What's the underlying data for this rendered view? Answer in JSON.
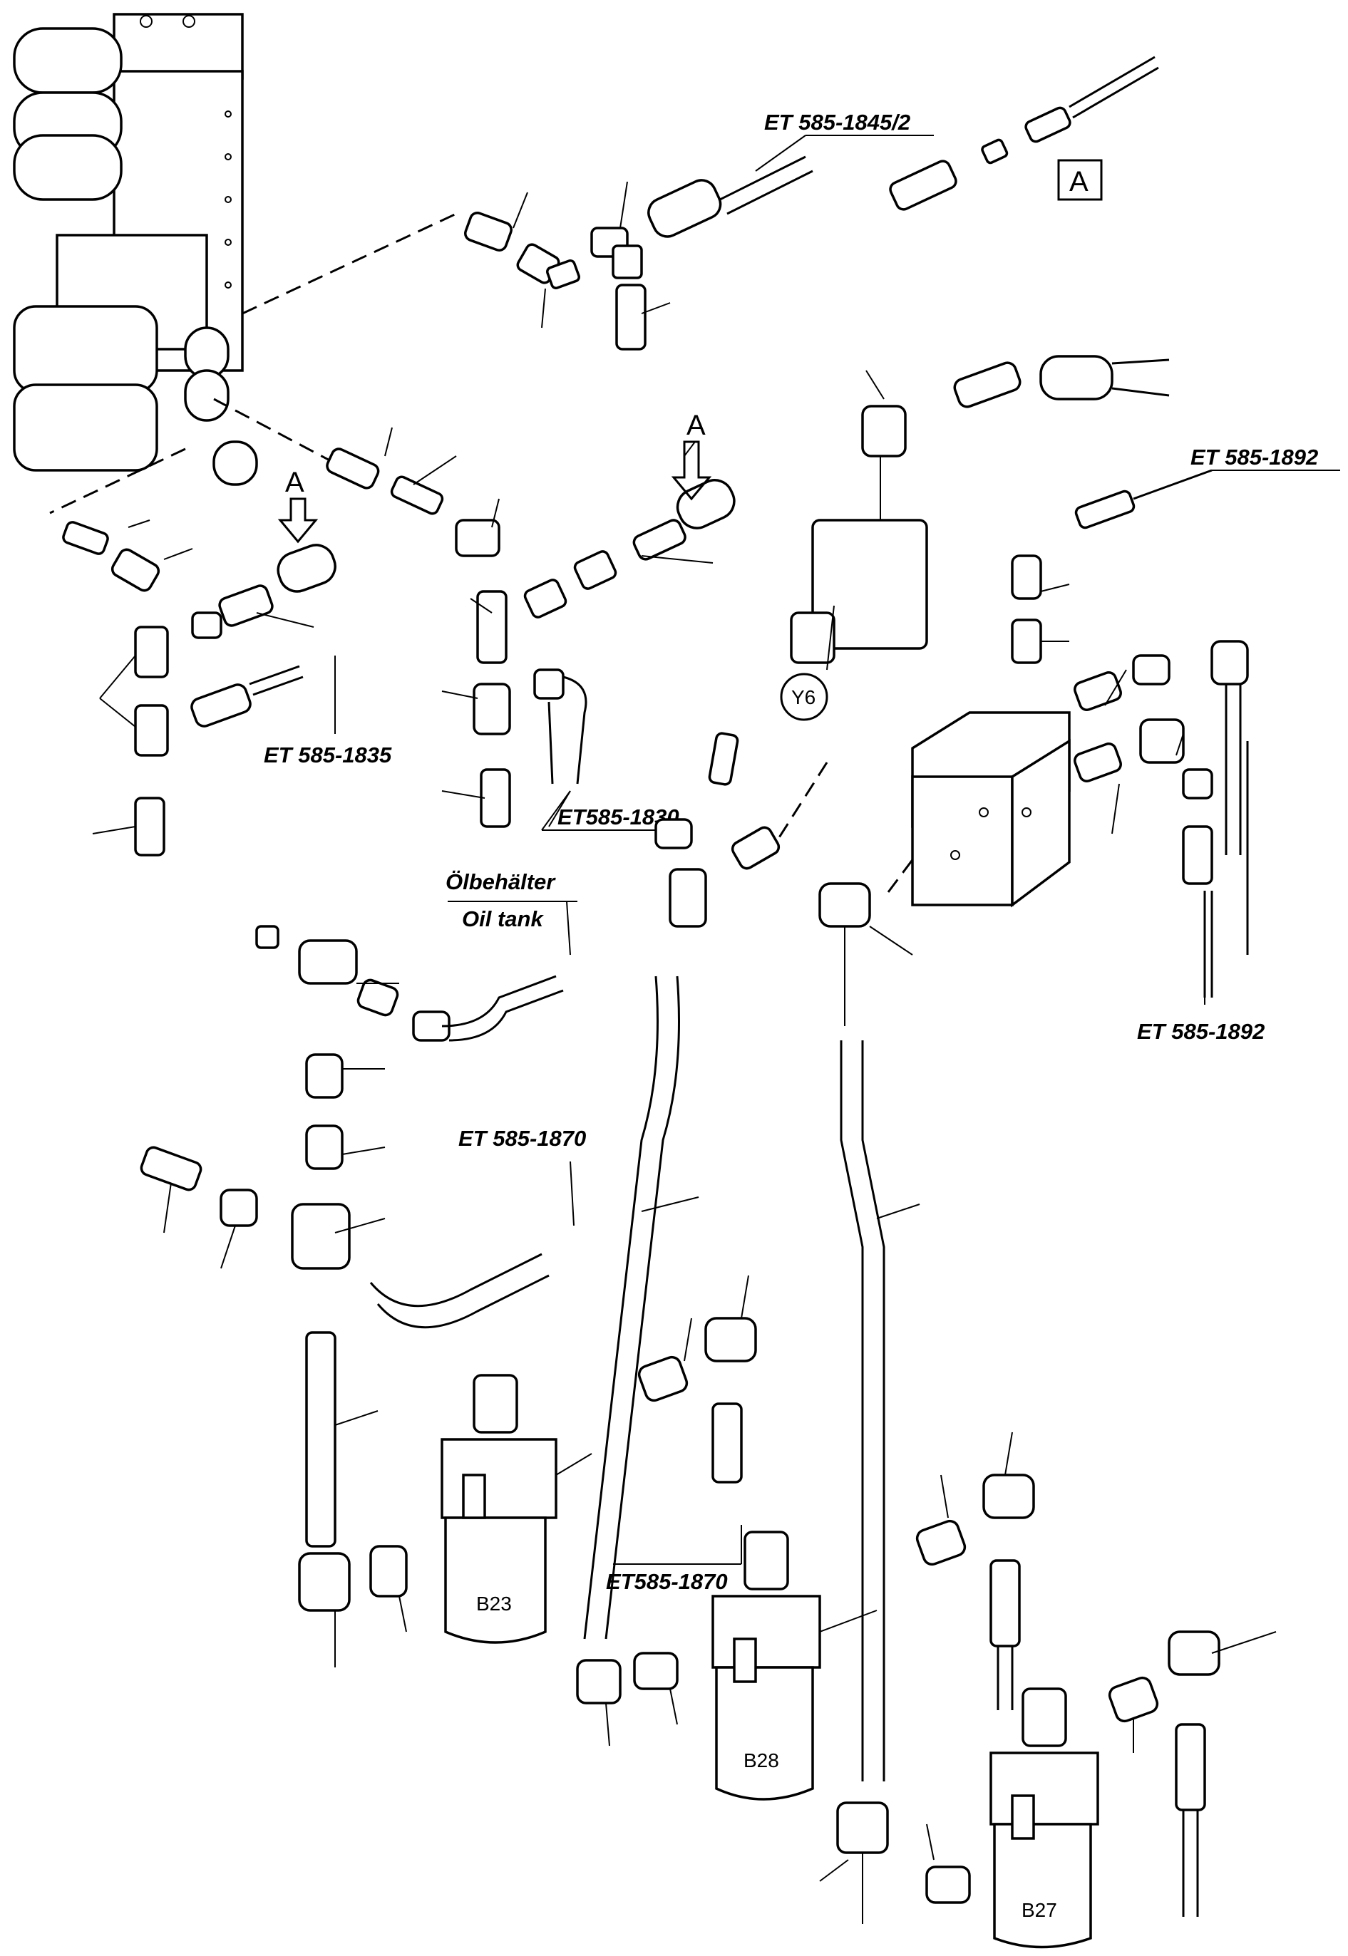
{
  "references": {
    "et_1845_2": "ET 585-1845/2",
    "et_1892_top": "ET 585-1892",
    "et_1835": "ET 585-1835",
    "et_1830": "ET585-1830",
    "et_1892_bottom": "ET 585-1892",
    "et_1870_upper": "ET 585-1870",
    "et_1870_lower": "ET585-1870"
  },
  "oil_tank": {
    "label_de": "Ölbehälter",
    "label_en": "Oil tank"
  },
  "detail_marker": "A",
  "arrow_labels": [
    "A",
    "A"
  ],
  "solenoid": "Y6",
  "filters": [
    "B23",
    "B28",
    "B27"
  ]
}
